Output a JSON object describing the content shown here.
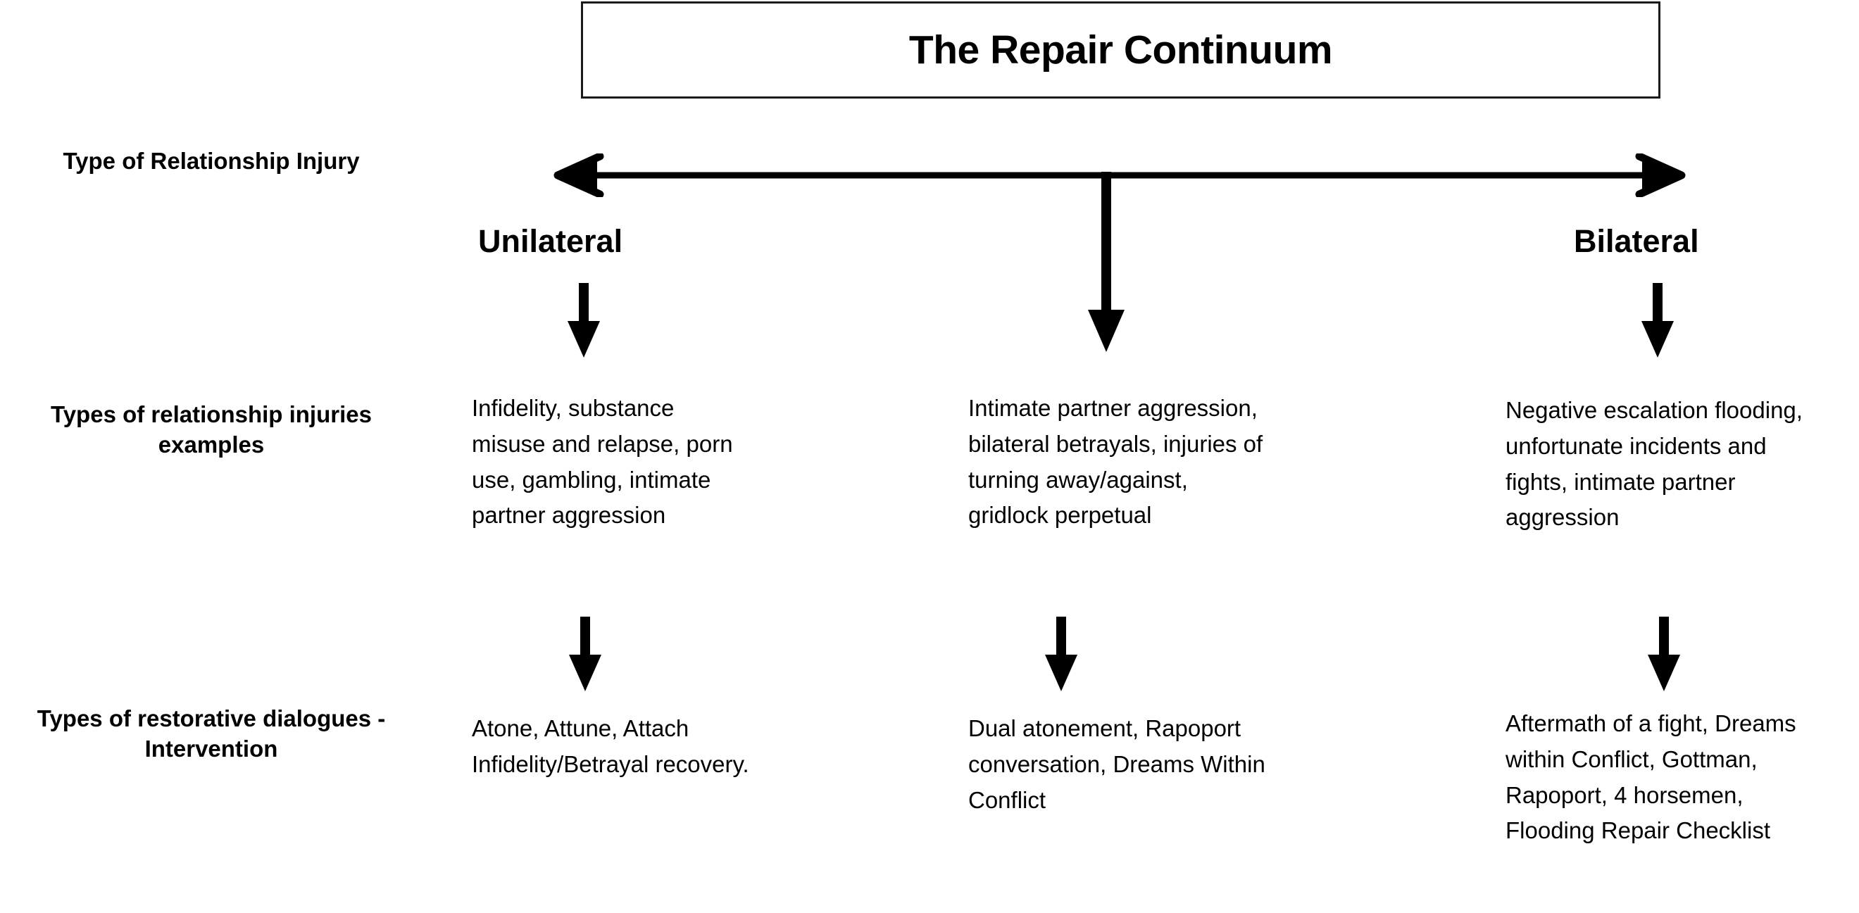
{
  "title": "The Repair Continuum",
  "row_labels": [
    "Type of Relationship Injury",
    "Types of relationship injuries examples",
    "Types of restorative dialogues - Intervention"
  ],
  "continuum": {
    "left_pole": "Unilateral",
    "right_pole": "Bilateral",
    "axis_icon": "double-headed-horizontal-arrow"
  },
  "columns": [
    {
      "heading": "Unilateral",
      "injury_examples": "Infidelity, substance misuse and relapse, porn use, gambling, intimate partner aggression",
      "restorative_dialogues": "Atone, Attune, Attach Infidelity/Betrayal recovery."
    },
    {
      "heading": "",
      "injury_examples": "Intimate partner aggression, bilateral betrayals, injuries of turning away/against, gridlock perpetual",
      "restorative_dialogues": "Dual atonement, Rapoport conversation, Dreams Within Conflict"
    },
    {
      "heading": "Bilateral",
      "injury_examples": "Negative escalation flooding, unfortunate incidents and fights, intimate partner aggression",
      "restorative_dialogues": "Aftermath of a fight, Dreams within Conflict, Gottman, Rapoport, 4 horsemen, Flooding Repair Checklist"
    }
  ],
  "colors": {
    "ink": "#000000",
    "border": "#1a1a1a",
    "background": "#ffffff"
  }
}
